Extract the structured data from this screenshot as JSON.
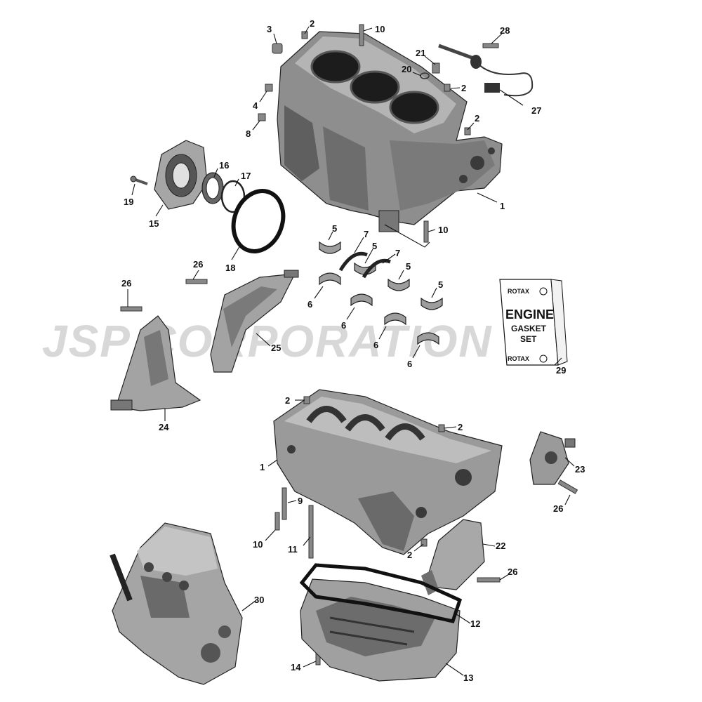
{
  "watermark": "JSP CORPORATION",
  "gasket_label": {
    "brand": "ROTAX",
    "line1": "ENGINE",
    "line2": "GASKET",
    "line3": "SET"
  },
  "callouts": {
    "c1a": "1",
    "c1b": "1",
    "c2a": "2",
    "c2b": "2",
    "c2c": "2",
    "c2d": "2",
    "c2e": "2",
    "c2f": "2",
    "c3": "3",
    "c4": "4",
    "c5a": "5",
    "c5b": "5",
    "c5c": "5",
    "c5d": "5",
    "c6a": "6",
    "c6b": "6",
    "c6c": "6",
    "c6d": "6",
    "c7a": "7",
    "c7b": "7",
    "c8": "8",
    "c9": "9",
    "c10a": "10",
    "c10b": "10",
    "c10c": "10",
    "c11": "11",
    "c12": "12",
    "c13": "13",
    "c14": "14",
    "c15": "15",
    "c16": "16",
    "c17": "17",
    "c18": "18",
    "c19": "19",
    "c20": "20",
    "c21": "21",
    "c22": "22",
    "c23": "23",
    "c24": "24",
    "c25": "25",
    "c26a": "26",
    "c26b": "26",
    "c26c": "26",
    "c26d": "26",
    "c27": "27",
    "c28": "28",
    "c29": "29",
    "c30": "30"
  }
}
